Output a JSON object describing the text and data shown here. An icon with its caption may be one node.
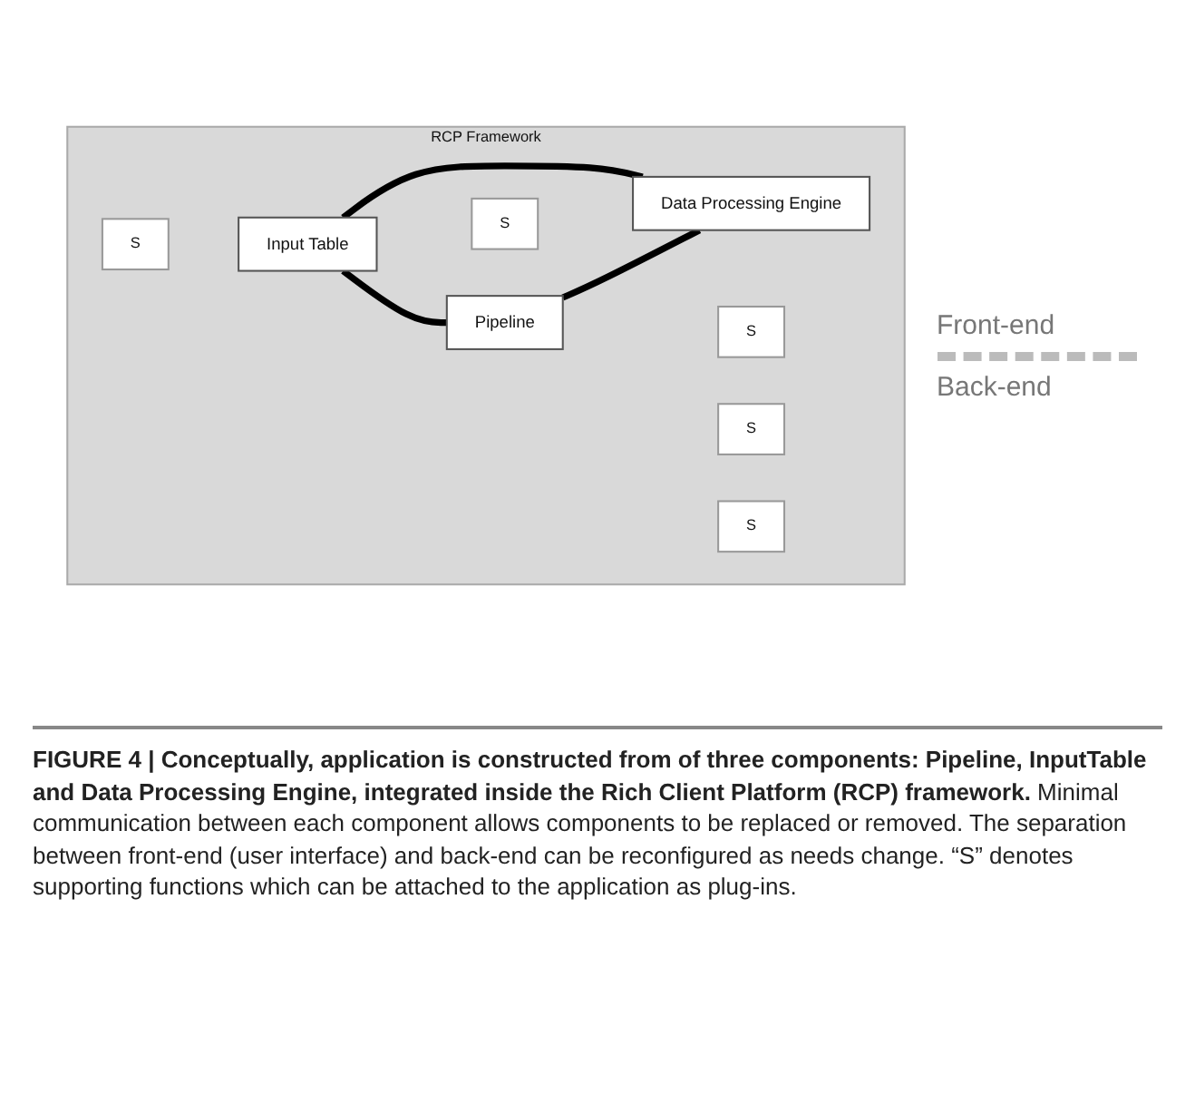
{
  "diagram": {
    "caption": "**FIGURE 4 | Conceptually, application is constructed from of three components: Pipeline, InputTable and Data Processing Engine, integrated inside the Rich Client Platform (RCP) framework.** Minimal communication between each component allows components to be replaced or removed. The separation between front-end (user interface) and back-end can be reconfigured as needs change. “S” denotes supporting functions which can be attached to the application as plug-ins.",
    "nodes": [
      {
        "text": [
          "RCP Framework"
        ]
      },
      {
        "text": [
          "S"
        ],
        "in": 0
      },
      {
        "text": [
          "Input Table"
        ],
        "in": 0
      },
      {
        "text": [
          "S"
        ],
        "in": 0
      },
      {
        "text": [
          "S"
        ],
        "in": 0
      },
      {
        "text": [
          "S"
        ],
        "in": 0
      },
      {
        "text": [
          "Data Processing Engine"
        ],
        "in": 0
      },
      {
        "text": [
          "Pipeline"
        ],
        "in": 0
      },
      {
        "text": [
          "S"
        ],
        "in": 0
      }
    ],
    "edges": [
      {
        "from": 2,
        "to": 6,
        "arrow": "none"
      },
      {
        "from": 2,
        "to": 7,
        "arrow": "none"
      },
      {
        "from": 7,
        "to": 6,
        "arrow": "none"
      }
    ],
    "labels": [
      "Front-end",
      "Back-end"
    ]
  }
}
